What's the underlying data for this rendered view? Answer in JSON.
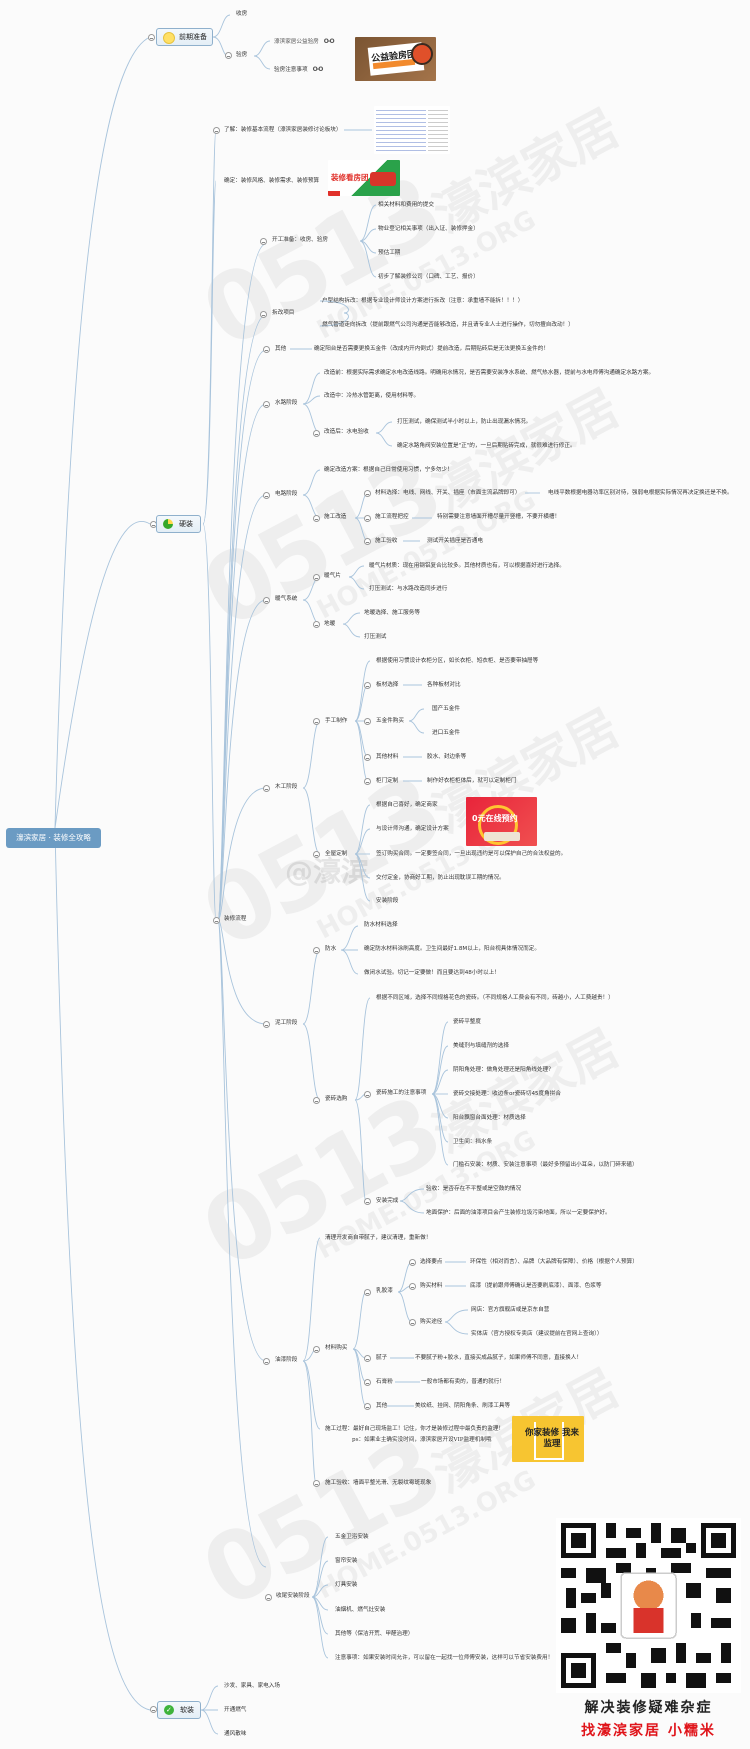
{
  "root": {
    "label": "濠滨家居 · 装修全攻略"
  },
  "branches": {
    "prep": {
      "label": "前期准备",
      "icon": "yellow-circle-icon",
      "children": [
        {
          "label": "收房"
        },
        {
          "label": "验房",
          "children": [
            {
              "label": "濠滨家居公益验房",
              "link": "link-icon"
            },
            {
              "label": "验房注意事项",
              "link": "link-icon"
            }
          ]
        }
      ],
      "image_caption": "公益验房团"
    },
    "hard": {
      "label": "硬装",
      "icon": "green-pie-icon",
      "understand": "了解：装修基本流程（濠滨家居装修讨论板块）",
      "confirm": "确定：装修风格、装修需求、装修预算",
      "confirm_image_caption": "装修看房团",
      "process": {
        "label": "装修流程",
        "start": {
          "label": "开工准备：收房、验房",
          "items": [
            "相关材料和费用的提交",
            "物业登记相关事项（出入证、装修押金）",
            "预估工期",
            "初步了解装修公司（口碑、工艺、报价）"
          ]
        },
        "demolish": {
          "label": "拆改项目",
          "items": [
            "户型结构拆改：根据专业设计师设计方案进行拆改（注意：承重墙不能拆！！！）",
            "燃气管道走向拆改（提前跟燃气公司沟通是否能够改造，并且请专业人士进行操作，切勿擅自改动！）"
          ]
        },
        "other": {
          "label": "其他",
          "item": "确定阳台是否需要更换五金件（改成内开内倒式）提前改造，后期贴砖后是无法更换五金件的！"
        },
        "water": {
          "label": "水路阶段",
          "before": "改造前：根据实际需求确定水电改造线路。明确用水情况，是否需要安装净水系统、燃气热水器，提前与水电师傅沟通确定水路方案。",
          "during": "改造中：冷热水管距离，使用材料等。",
          "after": {
            "label": "改造后：水电验收",
            "items": [
              "打压测试，确保测试半小时以上，防止出现漏水情况。",
              "确定水路角阀安装位置是\"正\"的，一旦后期贴砖完成，就很难进行修正。"
            ]
          }
        },
        "electric": {
          "label": "电路阶段",
          "plan": "确定改造方案：根据自己日常使用习惯，宁多勿少！",
          "construction": {
            "label": "施工改造",
            "material": {
              "label": "材料选择：电线、网线、开关、插座（市面主流品牌即可）",
              "note": "电线平数根据电器功率区别对待，强弱电根据实际情况再决定换还是不换。"
            },
            "flow": {
              "label": "施工流程把控",
              "note": "特别需要注意墙面开槽尽量开竖槽，不要开横槽！"
            },
            "accept": {
              "label": "施工验收",
              "note": "测试开关插座是否通电"
            }
          }
        },
        "heating": {
          "label": "暖气系统",
          "radiator": {
            "label": "暖气片",
            "items": [
              "暖气片材质：现在用钢铝复合比较多。其他材质也有，可以根据喜好进行选择。",
              "打压测试：与水路改造同步进行"
            ]
          },
          "floor": {
            "label": "地暖",
            "items": [
              "地暖选择、施工服务等",
              "打压测试"
            ]
          }
        },
        "carpentry": {
          "label": "木工阶段",
          "handmade": {
            "label": "手工制作",
            "first": "根据使用习惯设计衣柜分区，如长衣柜、短衣柜、是否要带抽屉等",
            "board": {
              "label": "板材选择",
              "note": "各种板材对比"
            },
            "hardware": {
              "label": "五金件购买",
              "items": [
                "国产五金件",
                "进口五金件"
              ]
            },
            "others": {
              "label": "其他材料",
              "note": "胶水、封边条等"
            },
            "door": {
              "label": "柜门定制",
              "note": "制作好衣柜柜体后，就可以定制柜门"
            }
          },
          "custom": {
            "label": "全屋定制",
            "items": [
              "根据自己喜好，确定商家",
              "与设计师沟通，确定设计方案",
              "签订购买合同。一定要签合同，一旦出现违约是可以保护自己的合法权益的。",
              "交付定金，协商好工期，防止出现耽误工期的情况。",
              "安装阶段"
            ],
            "image_caption": "0元在线预约"
          }
        },
        "mason": {
          "label": "泥工阶段",
          "waterproof": {
            "label": "防水",
            "items": [
              "防水材料选择",
              "确定防水材料涂刷高度。卫生间最好1.8M以上，阳台视具体情况而定。",
              "做闭水试验。切记一定要做！而且要达到48小时以上！"
            ]
          },
          "tiles": {
            "label": "瓷砖选购",
            "first": "根据不同区域，选择不同规格花色的瓷砖。（不同规格人工费会有不同，砖越小，人工费越贵！）",
            "notes": {
              "label": "瓷砖施工的注意事项",
              "items": [
                "瓷砖平整度",
                "美缝剂与填缝剂的选择",
                "阴阳角处理：做角处理还是阳角线处理？",
                "瓷砖交接处理：收边条or瓷砖切45度角拼合",
                "阳台飘窗台面处理：材质选择",
                "卫生间：挡水条",
                "门槛石安装：材质、安装注意事项（最好多预留出小耳朵，以防门碎来磕）"
              ]
            },
            "done": {
              "label": "安装完成",
              "items": [
                "验收：是否存在不平整或是空鼓的情况",
                "地面保护：后面的油漆项目会产生装修垃圾污染地面，所以一定要保护好。"
              ]
            }
          }
        },
        "paint": {
          "label": "油漆阶段",
          "first": "清理开发商自带腻子，建议清理，重新做！",
          "purchase": {
            "label": "材料购买",
            "latex": {
              "label": "乳胶漆",
              "points": {
                "label": "选择要点",
                "note": "环保性（相对而言）、品牌（大品牌有保障）、价格（根据个人预算）"
              },
              "material": {
                "label": "购买材料",
                "note": "底漆（提前跟师傅确认是否要刷底漆）、面漆、色浆等"
              },
              "channel": {
                "label": "购买途径",
                "items": [
                  "网店：官方旗舰店或是京东自营",
                  "实体店（官方授权专卖店（建议提前在官网上查询））"
                ]
              }
            },
            "putty": {
              "label": "腻子",
              "note": "不要腻子粉+胶水，直接买成品腻子，如果师傅不同意，直接换人！"
            },
            "gypsum": {
              "label": "石膏粉",
              "note": "一般市场都有卖的，普通的就行！"
            },
            "other": {
              "label": "其他",
              "note": "美纹纸、挂网、阴阳角条、刷漆工具等"
            }
          },
          "process": "施工过程：最好自己现场监工！记住，你才是装修过程中最负责的监理！",
          "ps": "ps：如果业主确实没时间，濠滨家居开设VIP监理机制哦",
          "accept": "施工验收：墙面平整光滑、无裂纹霉斑现象",
          "image_caption": "你家装修 我来监理"
        },
        "finish": {
          "label": "收尾安装阶段",
          "items": [
            "五金卫浴安装",
            "窗帘安装",
            "灯具安装",
            "油烟机、燃气灶安装",
            "其他等（保洁开荒、甲醛治理）",
            "注意事项：如果安装时间允许，可以留在一起找一位师傅安装，这样可以节省安装费用！"
          ]
        }
      }
    },
    "soft": {
      "label": "软装",
      "icon": "green-check-icon",
      "children": [
        {
          "label": "沙发、家具、家电入场"
        },
        {
          "label": "开通燃气"
        },
        {
          "label": "通风散味"
        }
      ]
    }
  },
  "watermark": {
    "logo": "0513",
    "cn": "濠滨家居",
    "en": "HOME.0513.ORG",
    "at": "@濠滨"
  },
  "promo": {
    "line1": "解决装修疑难杂症",
    "line2": "找濠滨家居 小糯米"
  },
  "colors": {
    "root_bg": "#6b9bc3",
    "link_line": "#a9c4dc",
    "promo_red": "#e0141a"
  }
}
